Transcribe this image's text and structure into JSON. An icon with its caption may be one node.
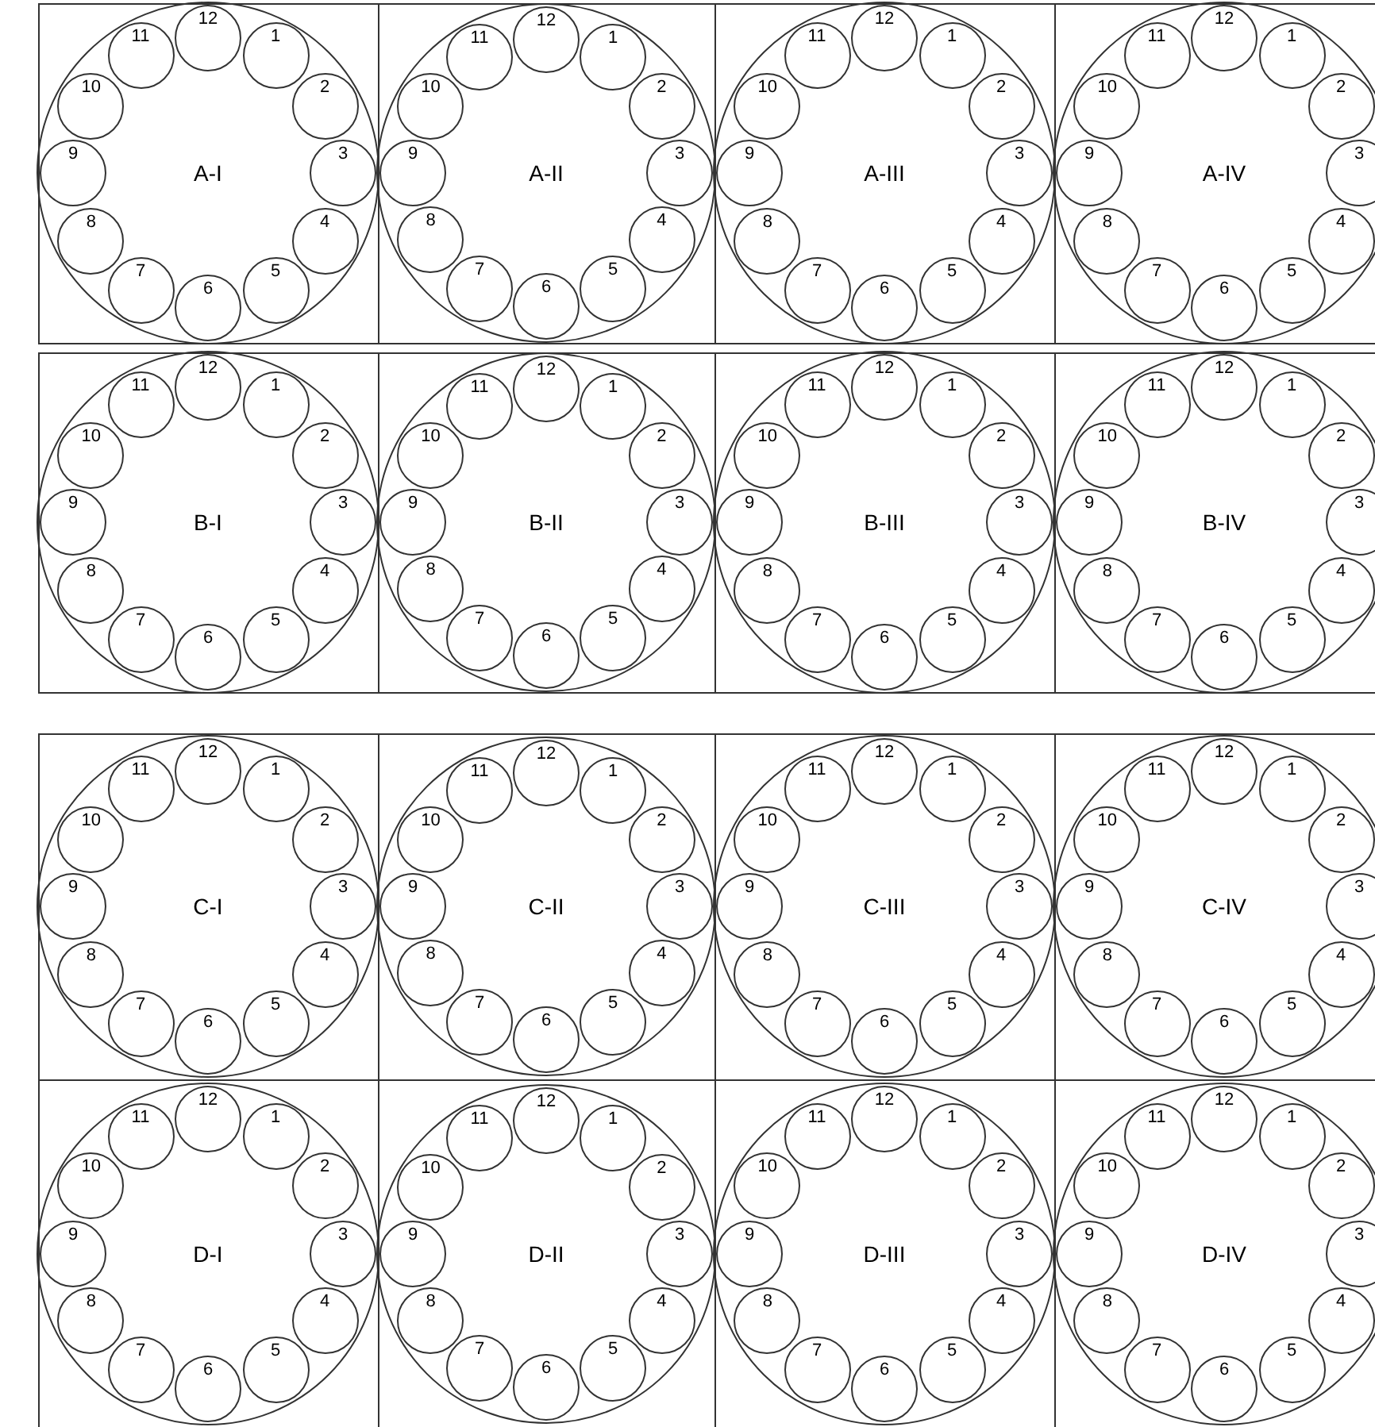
{
  "diagram": {
    "nodes": [
      {
        "text": [
          "A-I"
        ]
      },
      {
        "text": [
          "1"
        ],
        "in": 0
      },
      {
        "text": [
          "2"
        ],
        "in": 0
      },
      {
        "text": [
          "3"
        ],
        "in": 0
      },
      {
        "text": [
          "4"
        ],
        "in": 0
      },
      {
        "text": [
          "5"
        ],
        "in": 0
      },
      {
        "text": [
          "6"
        ],
        "in": 0
      },
      {
        "text": [
          "7"
        ],
        "in": 0
      },
      {
        "text": [
          "8"
        ],
        "in": 0
      },
      {
        "text": [
          "9"
        ],
        "in": 0
      },
      {
        "text": [
          "10"
        ],
        "in": 0
      },
      {
        "text": [
          "11"
        ],
        "in": 0
      },
      {
        "text": [
          "12"
        ],
        "in": 0
      },
      {
        "text": [
          "A-II"
        ]
      },
      {
        "text": [
          "1"
        ],
        "in": 13
      },
      {
        "text": [
          "2"
        ],
        "in": 13
      },
      {
        "text": [
          "3"
        ],
        "in": 13
      },
      {
        "text": [
          "4"
        ],
        "in": 13
      },
      {
        "text": [
          "5"
        ],
        "in": 13
      },
      {
        "text": [
          "6"
        ],
        "in": 13
      },
      {
        "text": [
          "7"
        ],
        "in": 13
      },
      {
        "text": [
          "8"
        ],
        "in": 13
      },
      {
        "text": [
          "9"
        ],
        "in": 13
      },
      {
        "text": [
          "10"
        ],
        "in": 13
      },
      {
        "text": [
          "11"
        ],
        "in": 13
      },
      {
        "text": [
          "12"
        ],
        "in": 13
      },
      {
        "text": [
          "A-III"
        ]
      },
      {
        "text": [
          "1"
        ],
        "in": 26
      },
      {
        "text": [
          "2"
        ],
        "in": 26
      },
      {
        "text": [
          "3"
        ],
        "in": 26
      },
      {
        "text": [
          "4"
        ],
        "in": 26
      },
      {
        "text": [
          "5"
        ],
        "in": 26
      },
      {
        "text": [
          "6"
        ],
        "in": 26
      },
      {
        "text": [
          "7"
        ],
        "in": 26
      },
      {
        "text": [
          "8"
        ],
        "in": 26
      },
      {
        "text": [
          "9"
        ],
        "in": 26
      },
      {
        "text": [
          "10"
        ],
        "in": 26
      },
      {
        "text": [
          "11"
        ],
        "in": 26
      },
      {
        "text": [
          "12"
        ],
        "in": 26
      },
      {
        "text": [
          "A-IV"
        ]
      },
      {
        "text": [
          "1"
        ],
        "in": 39
      },
      {
        "text": [
          "2"
        ],
        "in": 39
      },
      {
        "text": [
          "3"
        ],
        "in": 39
      },
      {
        "text": [
          "4"
        ],
        "in": 39
      },
      {
        "text": [
          "5"
        ],
        "in": 39
      },
      {
        "text": [
          "6"
        ],
        "in": 39
      },
      {
        "text": [
          "7"
        ],
        "in": 39
      },
      {
        "text": [
          "8"
        ],
        "in": 39
      },
      {
        "text": [
          "9"
        ],
        "in": 39
      },
      {
        "text": [
          "10"
        ],
        "in": 39
      },
      {
        "text": [
          "11"
        ],
        "in": 39
      },
      {
        "text": [
          "12"
        ],
        "in": 39
      },
      {
        "text": [
          "B-I"
        ]
      },
      {
        "text": [
          "1"
        ],
        "in": 52
      },
      {
        "text": [
          "2"
        ],
        "in": 52
      },
      {
        "text": [
          "3"
        ],
        "in": 52
      },
      {
        "text": [
          "4"
        ],
        "in": 52
      },
      {
        "text": [
          "5"
        ],
        "in": 52
      },
      {
        "text": [
          "6"
        ],
        "in": 52
      },
      {
        "text": [
          "7"
        ],
        "in": 52
      },
      {
        "text": [
          "8"
        ],
        "in": 52
      },
      {
        "text": [
          "9"
        ],
        "in": 52
      },
      {
        "text": [
          "10"
        ],
        "in": 52
      },
      {
        "text": [
          "11"
        ],
        "in": 52
      },
      {
        "text": [
          "12"
        ],
        "in": 52
      },
      {
        "text": [
          "B-II"
        ]
      },
      {
        "text": [
          "1"
        ],
        "in": 65
      },
      {
        "text": [
          "2"
        ],
        "in": 65
      },
      {
        "text": [
          "3"
        ],
        "in": 65
      },
      {
        "text": [
          "4"
        ],
        "in": 65
      },
      {
        "text": [
          "5"
        ],
        "in": 65
      },
      {
        "text": [
          "6"
        ],
        "in": 65
      },
      {
        "text": [
          "7"
        ],
        "in": 65
      },
      {
        "text": [
          "8"
        ],
        "in": 65
      },
      {
        "text": [
          "9"
        ],
        "in": 65
      },
      {
        "text": [
          "10"
        ],
        "in": 65
      },
      {
        "text": [
          "11"
        ],
        "in": 65
      },
      {
        "text": [
          "12"
        ],
        "in": 65
      },
      {
        "text": [
          "B-III"
        ]
      },
      {
        "text": [
          "1"
        ],
        "in": 78
      },
      {
        "text": [
          "2"
        ],
        "in": 78
      },
      {
        "text": [
          "3"
        ],
        "in": 78
      },
      {
        "text": [
          "4"
        ],
        "in": 78
      },
      {
        "text": [
          "5"
        ],
        "in": 78
      },
      {
        "text": [
          "6"
        ],
        "in": 78
      },
      {
        "text": [
          "7"
        ],
        "in": 78
      },
      {
        "text": [
          "8"
        ],
        "in": 78
      },
      {
        "text": [
          "9"
        ],
        "in": 78
      },
      {
        "text": [
          "10"
        ],
        "in": 78
      },
      {
        "text": [
          "11"
        ],
        "in": 78
      },
      {
        "text": [
          "12"
        ],
        "in": 78
      },
      {
        "text": [
          "B-IV"
        ]
      },
      {
        "text": [
          "1"
        ],
        "in": 91
      },
      {
        "text": [
          "2"
        ],
        "in": 91
      },
      {
        "text": [
          "3"
        ],
        "in": 91
      },
      {
        "text": [
          "4"
        ],
        "in": 91
      },
      {
        "text": [
          "5"
        ],
        "in": 91
      },
      {
        "text": [
          "6"
        ],
        "in": 91
      },
      {
        "text": [
          "7"
        ],
        "in": 91
      },
      {
        "text": [
          "8"
        ],
        "in": 91
      },
      {
        "text": [
          "9"
        ],
        "in": 91
      },
      {
        "text": [
          "10"
        ],
        "in": 91
      },
      {
        "text": [
          "11"
        ],
        "in": 91
      },
      {
        "text": [
          "12"
        ],
        "in": 91
      },
      {
        "text": [
          "C-I"
        ]
      },
      {
        "text": [
          "1"
        ],
        "in": 104
      },
      {
        "text": [
          "2"
        ],
        "in": 104
      },
      {
        "text": [
          "3"
        ],
        "in": 104
      },
      {
        "text": [
          "4"
        ],
        "in": 104
      },
      {
        "text": [
          "5"
        ],
        "in": 104
      },
      {
        "text": [
          "6"
        ],
        "in": 104
      },
      {
        "text": [
          "7"
        ],
        "in": 104
      },
      {
        "text": [
          "8"
        ],
        "in": 104
      },
      {
        "text": [
          "9"
        ],
        "in": 104
      },
      {
        "text": [
          "10"
        ],
        "in": 104
      },
      {
        "text": [
          "11"
        ],
        "in": 104
      },
      {
        "text": [
          "12"
        ],
        "in": 104
      },
      {
        "text": [
          "C-II"
        ]
      },
      {
        "text": [
          "1"
        ],
        "in": 117
      },
      {
        "text": [
          "2"
        ],
        "in": 117
      },
      {
        "text": [
          "3"
        ],
        "in": 117
      },
      {
        "text": [
          "4"
        ],
        "in": 117
      },
      {
        "text": [
          "5"
        ],
        "in": 117
      },
      {
        "text": [
          "6"
        ],
        "in": 117
      },
      {
        "text": [
          "7"
        ],
        "in": 117
      },
      {
        "text": [
          "8"
        ],
        "in": 117
      },
      {
        "text": [
          "9"
        ],
        "in": 117
      },
      {
        "text": [
          "10"
        ],
        "in": 117
      },
      {
        "text": [
          "11"
        ],
        "in": 117
      },
      {
        "text": [
          "12"
        ],
        "in": 117
      },
      {
        "text": [
          "C-III"
        ]
      },
      {
        "text": [
          "1"
        ],
        "in": 130
      },
      {
        "text": [
          "2"
        ],
        "in": 130
      },
      {
        "text": [
          "3"
        ],
        "in": 130
      },
      {
        "text": [
          "4"
        ],
        "in": 130
      },
      {
        "text": [
          "5"
        ],
        "in": 130
      },
      {
        "text": [
          "6"
        ],
        "in": 130
      },
      {
        "text": [
          "7"
        ],
        "in": 130
      },
      {
        "text": [
          "8"
        ],
        "in": 130
      },
      {
        "text": [
          "9"
        ],
        "in": 130
      },
      {
        "text": [
          "10"
        ],
        "in": 130
      },
      {
        "text": [
          "11"
        ],
        "in": 130
      },
      {
        "text": [
          "12"
        ],
        "in": 130
      },
      {
        "text": [
          "C-IV"
        ]
      },
      {
        "text": [
          "1"
        ],
        "in": 143
      },
      {
        "text": [
          "2"
        ],
        "in": 143
      },
      {
        "text": [
          "3"
        ],
        "in": 143
      },
      {
        "text": [
          "4"
        ],
        "in": 143
      },
      {
        "text": [
          "5"
        ],
        "in": 143
      },
      {
        "text": [
          "6"
        ],
        "in": 143
      },
      {
        "text": [
          "7"
        ],
        "in": 143
      },
      {
        "text": [
          "8"
        ],
        "in": 143
      },
      {
        "text": [
          "9"
        ],
        "in": 143
      },
      {
        "text": [
          "10"
        ],
        "in": 143
      },
      {
        "text": [
          "11"
        ],
        "in": 143
      },
      {
        "text": [
          "12"
        ],
        "in": 143
      },
      {
        "text": [
          "D-I"
        ]
      },
      {
        "text": [
          "1"
        ],
        "in": 156
      },
      {
        "text": [
          "2"
        ],
        "in": 156
      },
      {
        "text": [
          "3"
        ],
        "in": 156
      },
      {
        "text": [
          "4"
        ],
        "in": 156
      },
      {
        "text": [
          "5"
        ],
        "in": 156
      },
      {
        "text": [
          "6"
        ],
        "in": 156
      },
      {
        "text": [
          "7"
        ],
        "in": 156
      },
      {
        "text": [
          "8"
        ],
        "in": 156
      },
      {
        "text": [
          "9"
        ],
        "in": 156
      },
      {
        "text": [
          "10"
        ],
        "in": 156
      },
      {
        "text": [
          "11"
        ],
        "in": 156
      },
      {
        "text": [
          "12"
        ],
        "in": 156
      },
      {
        "text": [
          "D-II"
        ]
      },
      {
        "text": [
          "1"
        ],
        "in": 169
      },
      {
        "text": [
          "2"
        ],
        "in": 169
      },
      {
        "text": [
          "3"
        ],
        "in": 169
      },
      {
        "text": [
          "4"
        ],
        "in": 169
      },
      {
        "text": [
          "5"
        ],
        "in": 169
      },
      {
        "text": [
          "6"
        ],
        "in": 169
      },
      {
        "text": [
          "7"
        ],
        "in": 169
      },
      {
        "text": [
          "8"
        ],
        "in": 169
      },
      {
        "text": [
          "9"
        ],
        "in": 169
      },
      {
        "text": [
          "10"
        ],
        "in": 169
      },
      {
        "text": [
          "11"
        ],
        "in": 169
      },
      {
        "text": [
          "12"
        ],
        "in": 169
      },
      {
        "text": [
          "D-III"
        ]
      },
      {
        "text": [
          "1"
        ],
        "in": 182
      },
      {
        "text": [
          "2"
        ],
        "in": 182
      },
      {
        "text": [
          "3"
        ],
        "in": 182
      },
      {
        "text": [
          "4"
        ],
        "in": 182
      },
      {
        "text": [
          "5"
        ],
        "in": 182
      },
      {
        "text": [
          "6"
        ],
        "in": 182
      },
      {
        "text": [
          "7"
        ],
        "in": 182
      },
      {
        "text": [
          "8"
        ],
        "in": 182
      },
      {
        "text": [
          "9"
        ],
        "in": 182
      },
      {
        "text": [
          "10"
        ],
        "in": 182
      },
      {
        "text": [
          "11"
        ],
        "in": 182
      },
      {
        "text": [
          "12"
        ],
        "in": 182
      },
      {
        "text": [
          "D-IV"
        ]
      },
      {
        "text": [
          "1"
        ],
        "in": 195
      },
      {
        "text": [
          "2"
        ],
        "in": 195
      },
      {
        "text": [
          "3"
        ],
        "in": 195
      },
      {
        "text": [
          "4"
        ],
        "in": 195
      },
      {
        "text": [
          "5"
        ],
        "in": 195
      },
      {
        "text": [
          "6"
        ],
        "in": 195
      },
      {
        "text": [
          "7"
        ],
        "in": 195
      },
      {
        "text": [
          "8"
        ],
        "in": 195
      },
      {
        "text": [
          "9"
        ],
        "in": 195
      },
      {
        "text": [
          "10"
        ],
        "in": 195
      },
      {
        "text": [
          "11"
        ],
        "in": 195
      },
      {
        "text": [
          "12"
        ],
        "in": 195
      }
    ]
  }
}
